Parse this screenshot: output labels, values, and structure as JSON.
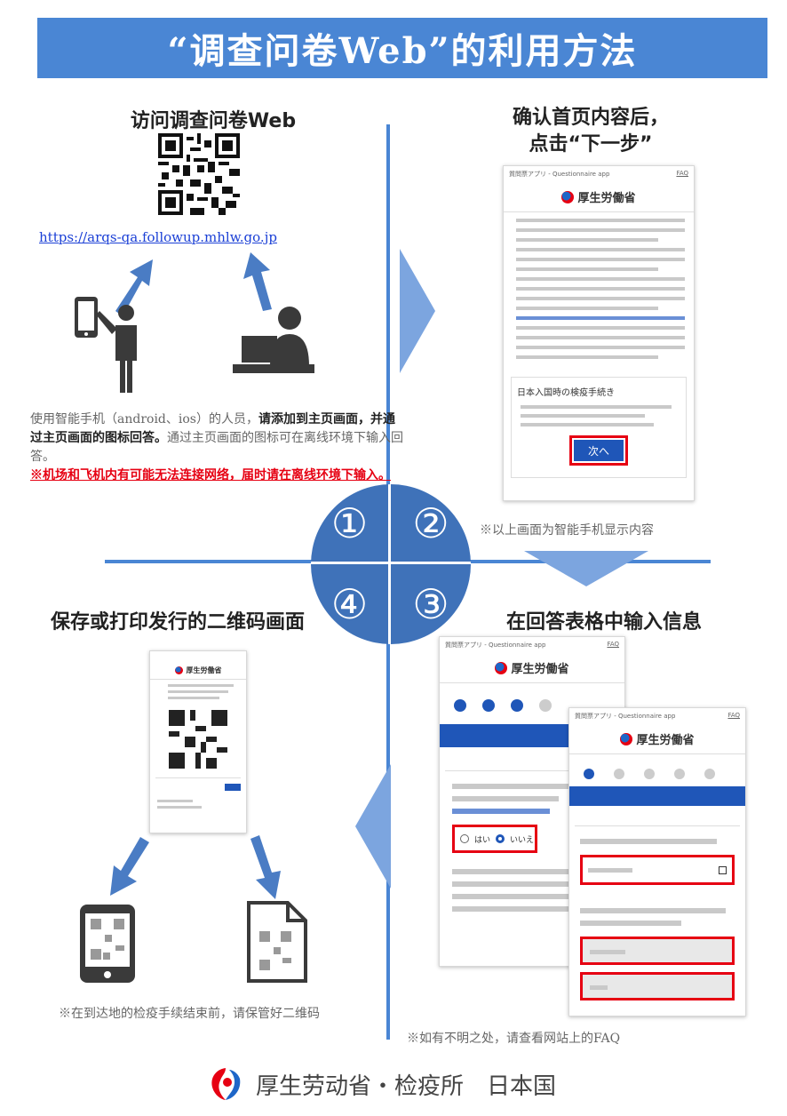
{
  "title": "“调查问卷Web”的利用方法",
  "step1": {
    "number": "①",
    "heading": "访问调查问卷Web",
    "url": "https://arqs-qa.followup.mhlw.go.jp",
    "desc_prefix": "使用智能手机（android、ios）的人员，",
    "desc_bold": "请添加到主页画面，并通过主页画面的图标回答。",
    "desc_suffix": "通过主页画面的图标可在离线环境下输入回答。",
    "warning": "※机场和飞机内有可能无法连接网络，届时请在离线环境下输入。"
  },
  "step2": {
    "number": "②",
    "heading_line1": "确认首页内容后，",
    "heading_line2": "点击“下一步”",
    "app_title": "質問票アプリ - Questionnaire app",
    "faq": "FAQ",
    "ministry": "厚生労働省",
    "section": "日本入国時の検疫手続き",
    "next_button": "次へ",
    "note": "※以上画面为智能手机显示内容"
  },
  "step3": {
    "number": "③",
    "heading": "在回答表格中输入信息",
    "app_title": "質問票アプリ - Questionnaire app",
    "faq": "FAQ",
    "ministry": "厚生労働省",
    "radio_yes": "はい",
    "radio_no": "いいえ",
    "note": "※如有不明之处，请查看网站上的FAQ"
  },
  "step4": {
    "number": "④",
    "heading": "保存或打印发行的二维码画面",
    "ministry": "厚生労働省",
    "note": "※在到达地的检疫手续结束前，请保管好二维码"
  },
  "footer": {
    "text": "厚生劳动省・检疫所　日本国"
  },
  "colors": {
    "banner": "#4a86d4",
    "circle": "#3f72b9",
    "warning": "#e60012",
    "link": "#1a3fd6",
    "arrow": "#4a7cc4"
  }
}
